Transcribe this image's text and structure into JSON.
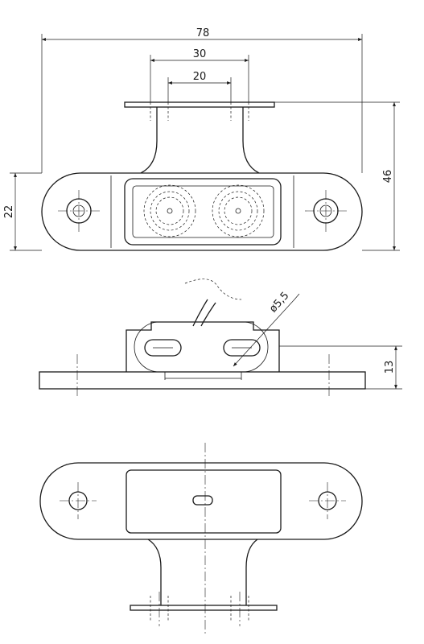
{
  "dimensions": {
    "overall_length": "78",
    "mount_hole_spacing_outer": "30",
    "mount_hole_spacing_inner": "20",
    "overall_height": "46",
    "body_height": "22",
    "cable_diameter": "ø5,5",
    "side_height": "13"
  }
}
